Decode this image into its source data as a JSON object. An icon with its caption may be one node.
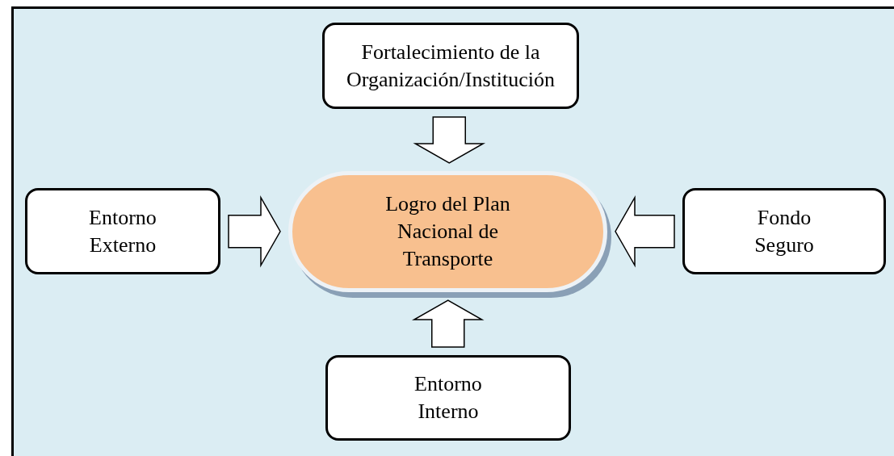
{
  "diagram": {
    "nodes": [
      {
        "text": [
          "Fortalecimiento de la Organización/Institución"
        ]
      },
      {
        "text": [
          "Entorno Externo"
        ]
      },
      {
        "text": [
          "Logro del Plan Nacional de Transporte"
        ]
      },
      {
        "text": [
          "Fondo Seguro"
        ]
      },
      {
        "text": [
          "Entorno Interno"
        ]
      }
    ],
    "edges": [
      {
        "from": 0,
        "to": 2,
        "arrow": "to"
      },
      {
        "from": 1,
        "to": 2,
        "arrow": "to"
      },
      {
        "from": 3,
        "to": 2,
        "arrow": "to"
      },
      {
        "from": 4,
        "to": 2,
        "arrow": "to"
      }
    ]
  }
}
